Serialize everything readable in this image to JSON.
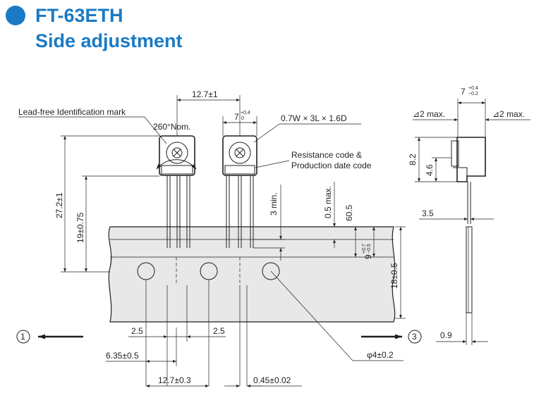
{
  "header": {
    "title": "FT-63ETH",
    "subtitle": "Side adjustment"
  },
  "colors": {
    "accent": "#1a7ac4",
    "line": "#231f20",
    "tape": "#e8e8e8"
  },
  "labels": {
    "lead_free_mark": "Lead-free Identification mark",
    "rotation": "260°Nom.",
    "lead_spec": "0.7W × 3L × 1.6D",
    "resistance_code_1": "Resistance code &",
    "resistance_code_2": "Production date code"
  },
  "dimensions": {
    "pitch_top": "12.7±1",
    "width_7": "7",
    "width_7_sup": "+0.4",
    "width_7_sub": "0",
    "side_width_7": "7",
    "side_width_7_sup": "+0.4",
    "side_width_7_sub": "−0.2",
    "tilt_left": "⊿2 max.",
    "tilt_right": "⊿2 max.",
    "h_8_2": "8.2",
    "h_4_6": "4.6",
    "h_27_2": "27.2±1",
    "h_19": "19±0.75",
    "min_3": "3 min.",
    "max_0_5": "0.5 max.",
    "h_60_5": "60.5",
    "h_9": "9",
    "h_9_sup": "+0.7",
    "h_9_sub": "−0.5",
    "h_18": "18±0.5",
    "d_3_5": "3.5",
    "d_0_9": "0.9",
    "d_2_5_left": "2.5",
    "d_2_5_right": "2.5",
    "d_6_35": "6.35±0.5",
    "d_12_7": "12.7±0.3",
    "d_0_45": "0.45±0.02",
    "hole_dia": "φ4±0.2"
  },
  "direction": {
    "left_marker": "1",
    "right_marker": "3"
  }
}
